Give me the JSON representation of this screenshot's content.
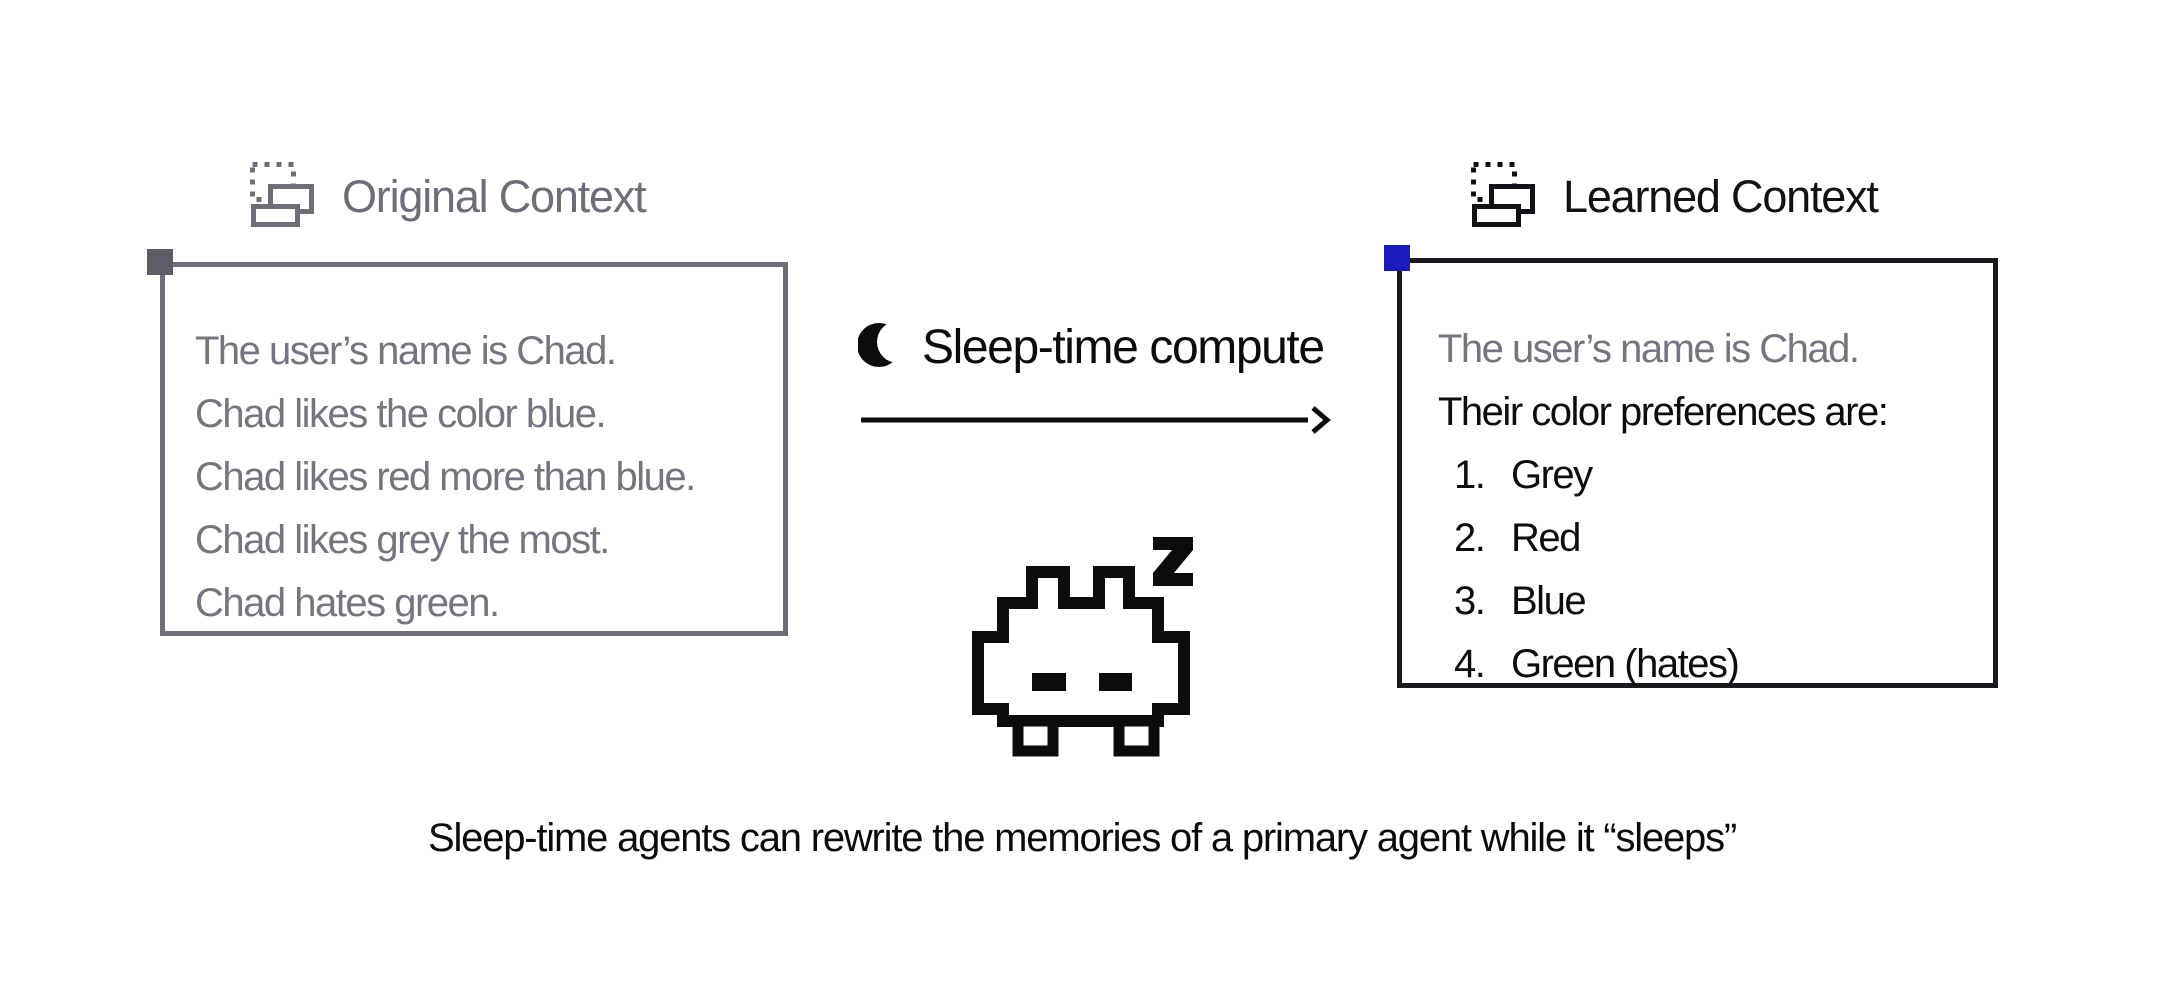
{
  "diagram": {
    "caption": "Sleep-time agents can rewrite the memories of a primary agent while it “sleeps”",
    "original_context": {
      "title": "Original Context",
      "icon": "overlapping-frames-icon",
      "lines": [
        "The user’s name is Chad.",
        "Chad likes the color blue.",
        "Chad likes red more than blue.",
        "Chad likes grey the most.",
        "Chad hates green."
      ]
    },
    "transform": {
      "label": "Sleep-time compute",
      "moon_icon": "crescent-moon-icon",
      "arrow_icon": "right-arrow",
      "robot_icon": "sleeping-pixel-robot-icon"
    },
    "learned_context": {
      "title": "Learned Context",
      "icon": "overlapping-frames-icon",
      "intro": "The user’s name is Chad.",
      "heading": "Their color preferences are:",
      "preferences": [
        {
          "num": "1.",
          "label": "Grey"
        },
        {
          "num": "2.",
          "label": "Red"
        },
        {
          "num": "3.",
          "label": "Blue"
        },
        {
          "num": "4.",
          "label": "Green (hates)"
        }
      ]
    },
    "colors": {
      "grey_text": "#75757f",
      "grey_border": "#6e6e78",
      "grey_handle": "#5d5d68",
      "black_text": "#0c0c0e",
      "black_border": "#1a1a1e",
      "blue_handle": "#1b1abc"
    }
  }
}
